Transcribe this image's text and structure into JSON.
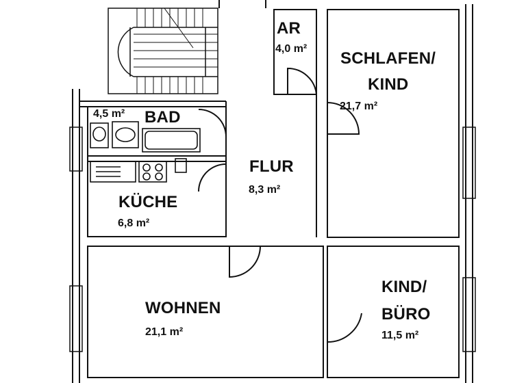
{
  "rooms": {
    "ar": {
      "name": "AR",
      "area": "4,0 m²"
    },
    "schlafen": {
      "name_1": "SCHLAFEN/",
      "name_2": "KIND",
      "area": "21,7 m²"
    },
    "bad": {
      "name": "BAD",
      "area": "4,5 m²"
    },
    "flur": {
      "name": "FLUR",
      "area": "8,3 m²"
    },
    "kueche": {
      "name": "KÜCHE",
      "area": "6,8 m²"
    },
    "wohnen": {
      "name": "WOHNEN",
      "area": "21,1 m²"
    },
    "buero": {
      "name_1": "KIND/",
      "name_2": "BÜRO",
      "area": "11,5 m²"
    }
  },
  "colors": {
    "wall": "#111111",
    "background": "#ffffff"
  }
}
